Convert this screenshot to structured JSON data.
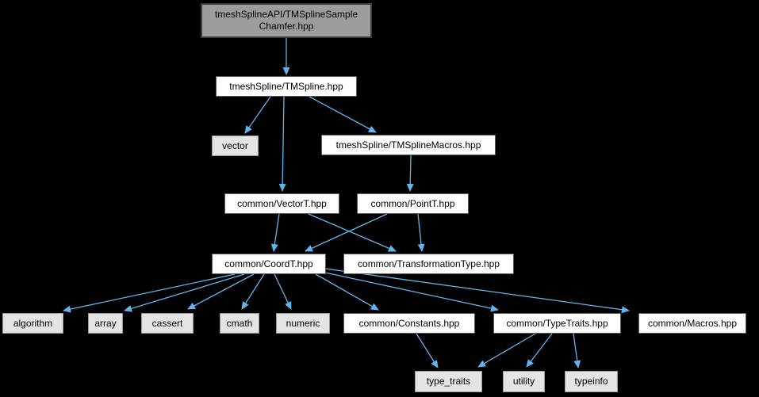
{
  "graph_title": "Include dependency graph for tmeshSplineAPI/TMSplineSampleChamfer.hpp",
  "colors": {
    "background": "#000000",
    "edge": "#63b4ec",
    "node_fill": "#ffffff",
    "node_border": "#5a5a5a",
    "stdlib_fill": "#e4e4e4",
    "stdlib_border": "#979797",
    "current_fill": "#9c9c9c",
    "current_border": "#3d3d3d",
    "text": "#000000"
  },
  "nodes": {
    "chamfer": {
      "label": "tmeshSplineAPI/TMSplineSample Chamfer.hpp"
    },
    "tmspline": {
      "label": "tmeshSpline/TMSpline.hpp"
    },
    "vector": {
      "label": "vector"
    },
    "tmsplinemacros": {
      "label": "tmeshSpline/TMSplineMacros.hpp"
    },
    "vectort": {
      "label": "common/VectorT.hpp"
    },
    "pointt": {
      "label": "common/PointT.hpp"
    },
    "coordt": {
      "label": "common/CoordT.hpp"
    },
    "transformationtype": {
      "label": "common/TransformationType.hpp"
    },
    "algorithm": {
      "label": "algorithm"
    },
    "array": {
      "label": "array"
    },
    "cassert": {
      "label": "cassert"
    },
    "cmath": {
      "label": "cmath"
    },
    "numeric": {
      "label": "numeric"
    },
    "constants": {
      "label": "common/Constants.hpp"
    },
    "typetraits": {
      "label": "common/TypeTraits.hpp"
    },
    "macros": {
      "label": "common/Macros.hpp"
    },
    "type_traits": {
      "label": "type_traits"
    },
    "utility": {
      "label": "utility"
    },
    "typeinfo": {
      "label": "typeinfo"
    }
  },
  "edges": [
    {
      "from": "chamfer",
      "to": "tmspline"
    },
    {
      "from": "tmspline",
      "to": "vector"
    },
    {
      "from": "tmspline",
      "to": "vectort"
    },
    {
      "from": "tmspline",
      "to": "tmsplinemacros"
    },
    {
      "from": "tmsplinemacros",
      "to": "pointt"
    },
    {
      "from": "vectort",
      "to": "coordt"
    },
    {
      "from": "vectort",
      "to": "transformationtype"
    },
    {
      "from": "pointt",
      "to": "coordt"
    },
    {
      "from": "pointt",
      "to": "transformationtype"
    },
    {
      "from": "coordt",
      "to": "algorithm"
    },
    {
      "from": "coordt",
      "to": "array"
    },
    {
      "from": "coordt",
      "to": "cassert"
    },
    {
      "from": "coordt",
      "to": "cmath"
    },
    {
      "from": "coordt",
      "to": "numeric"
    },
    {
      "from": "coordt",
      "to": "constants"
    },
    {
      "from": "coordt",
      "to": "typetraits"
    },
    {
      "from": "coordt",
      "to": "macros"
    },
    {
      "from": "constants",
      "to": "type_traits"
    },
    {
      "from": "typetraits",
      "to": "type_traits"
    },
    {
      "from": "typetraits",
      "to": "utility"
    },
    {
      "from": "typetraits",
      "to": "typeinfo"
    }
  ]
}
